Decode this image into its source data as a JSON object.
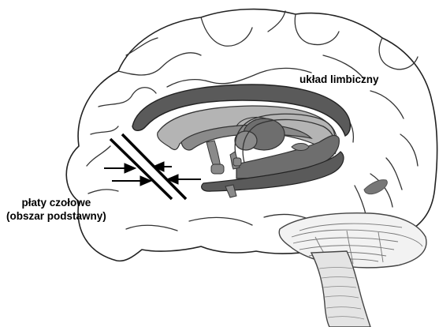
{
  "labels": {
    "limbic_system": "układ limbiczny",
    "frontal_lobes_line1": "płaty czołowe",
    "frontal_lobes_line2": "(obszar podstawny)"
  },
  "colors": {
    "limbic_dark": "#5a5a5a",
    "limbic_mid": "#8a8a8a",
    "limbic_light": "#b4b4b4",
    "outline": "#222222",
    "arrow": "#000000"
  }
}
